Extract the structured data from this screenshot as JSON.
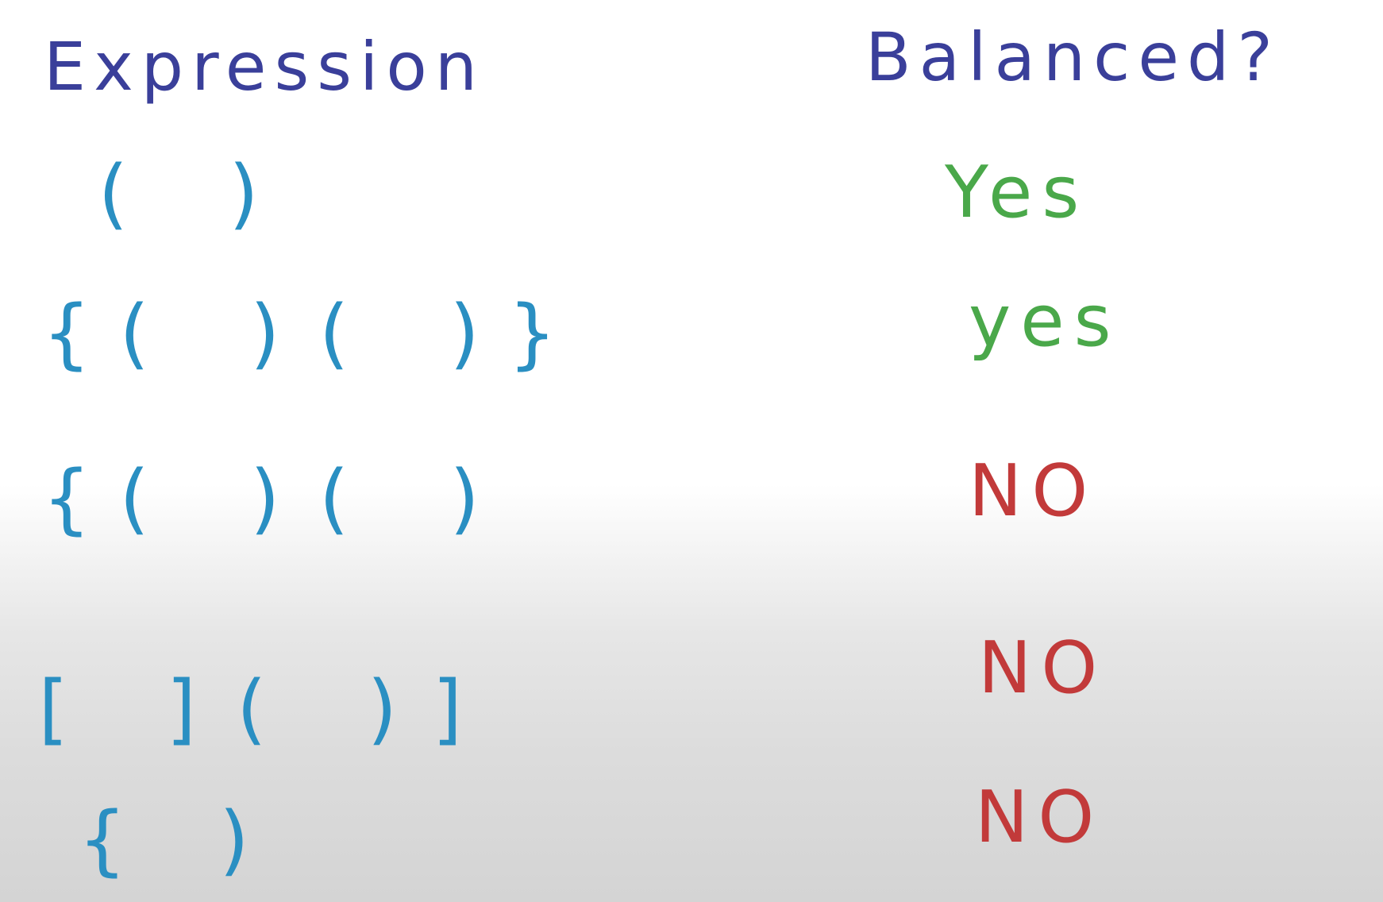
{
  "headers": {
    "expression": "Expression",
    "balanced": "Balanced?"
  },
  "rows": [
    {
      "expression": "( )",
      "answer": "Yes"
    },
    {
      "expression": "{( )( )}",
      "answer": "yes"
    },
    {
      "expression": "{( )( )",
      "answer": "NO"
    },
    {
      "expression": "[ ]( )]",
      "answer": "NO"
    },
    {
      "expression": "{ )",
      "answer": "NO"
    }
  ],
  "colors": {
    "header": "#3a3f9a",
    "expression": "#2a8fc2",
    "yes": "#4aa84a",
    "no": "#c23a3a"
  }
}
